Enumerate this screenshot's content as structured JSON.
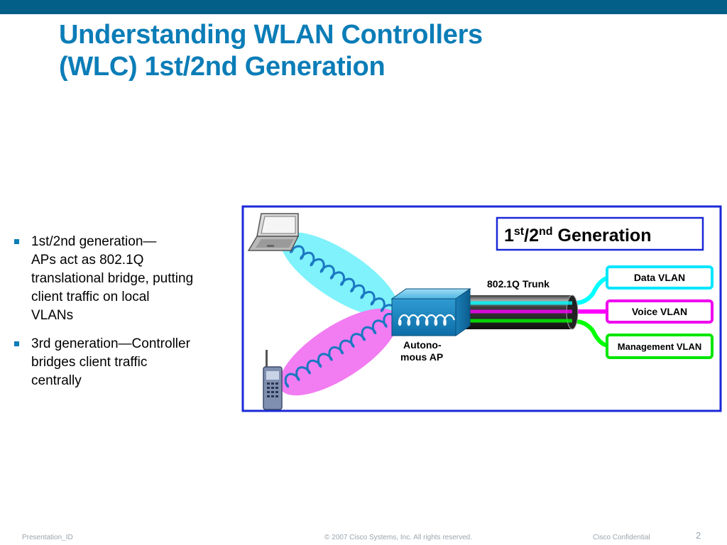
{
  "title": {
    "line1": "Understanding WLAN Controllers",
    "line2": "(WLC) 1st/2nd Generation"
  },
  "bullets": [
    {
      "lines": [
        "1st/2nd generation—",
        "APs act as 802.1Q",
        "translational bridge, putting",
        "client traffic on local",
        "VLANs"
      ]
    },
    {
      "lines": [
        "3rd generation—Controller",
        "bridges client traffic",
        "centrally"
      ]
    }
  ],
  "diagram": {
    "label_main": "1",
    "label_sup1": "st",
    "label_slash": "/2",
    "label_sup2": "nd",
    "label_rest": " Generation",
    "trunk_label": "802.1Q Trunk",
    "ap_label_line1": "Autono-",
    "ap_label_line2": "mous AP",
    "vlans": [
      {
        "label": "Data VLAN",
        "color": "#00ffff"
      },
      {
        "label": "Voice VLAN",
        "color": "#ff00ff"
      },
      {
        "label": "Management VLAN",
        "color": "#00ff00"
      }
    ],
    "icons": [
      "laptop-icon",
      "phone-icon",
      "access-point-icon"
    ]
  },
  "footer": {
    "presentation_id": "Presentation_ID",
    "copyright": "© 2007 Cisco Systems, Inc. All rights reserved.",
    "confidential": "Cisco Confidential",
    "page": "2"
  },
  "colors": {
    "brand_bar": "#035f88",
    "title": "#0b7db7",
    "frame": "#1a28d8"
  }
}
